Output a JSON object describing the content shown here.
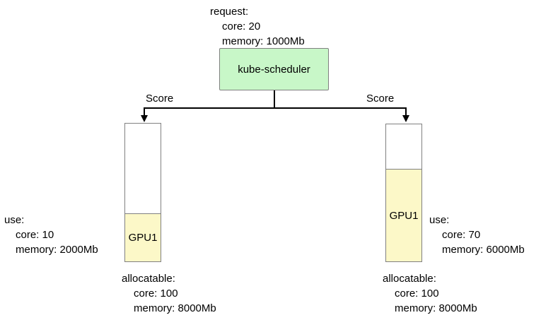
{
  "request": {
    "title": "request:",
    "lines": [
      "core: 20",
      "memory: 1000Mb"
    ]
  },
  "scheduler": {
    "label": "kube-scheduler"
  },
  "connector": {
    "left_score": "Score",
    "right_score": "Score"
  },
  "nodes": [
    {
      "gpu_label": "GPU1",
      "use": {
        "title": "use:",
        "lines": [
          "core: 10",
          "memory: 2000Mb"
        ]
      },
      "allocatable": {
        "title": "allocatable:",
        "lines": [
          "core: 100",
          "memory: 8000Mb"
        ]
      }
    },
    {
      "gpu_label": "GPU1",
      "use": {
        "title": "use:",
        "lines": [
          "core: 70",
          "memory: 6000Mb"
        ]
      },
      "allocatable": {
        "title": "allocatable:",
        "lines": [
          "core: 100",
          "memory: 8000Mb"
        ]
      }
    }
  ],
  "colors": {
    "scheduler_fill": "#c8f7c8",
    "gpu_fill": "#fcf8c8",
    "border_gray": "#808080",
    "line_color": "#000000"
  }
}
